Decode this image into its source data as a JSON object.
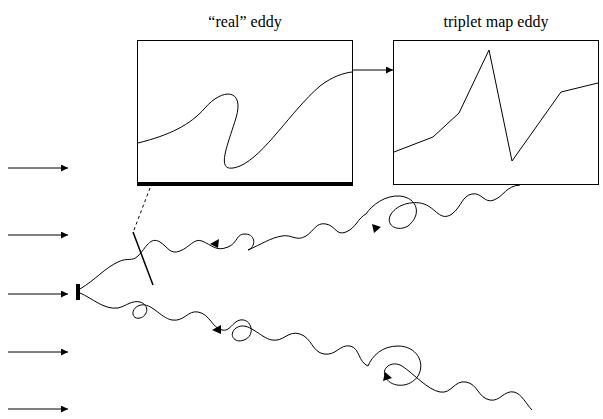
{
  "diagram": {
    "nodes": [
      {
        "text": [
          "“real” eddy"
        ]
      },
      {
        "text": [
          "triplet map eddy"
        ]
      }
    ],
    "edges": [
      {
        "from": 0,
        "to": 1,
        "arrow": "to"
      }
    ]
  }
}
